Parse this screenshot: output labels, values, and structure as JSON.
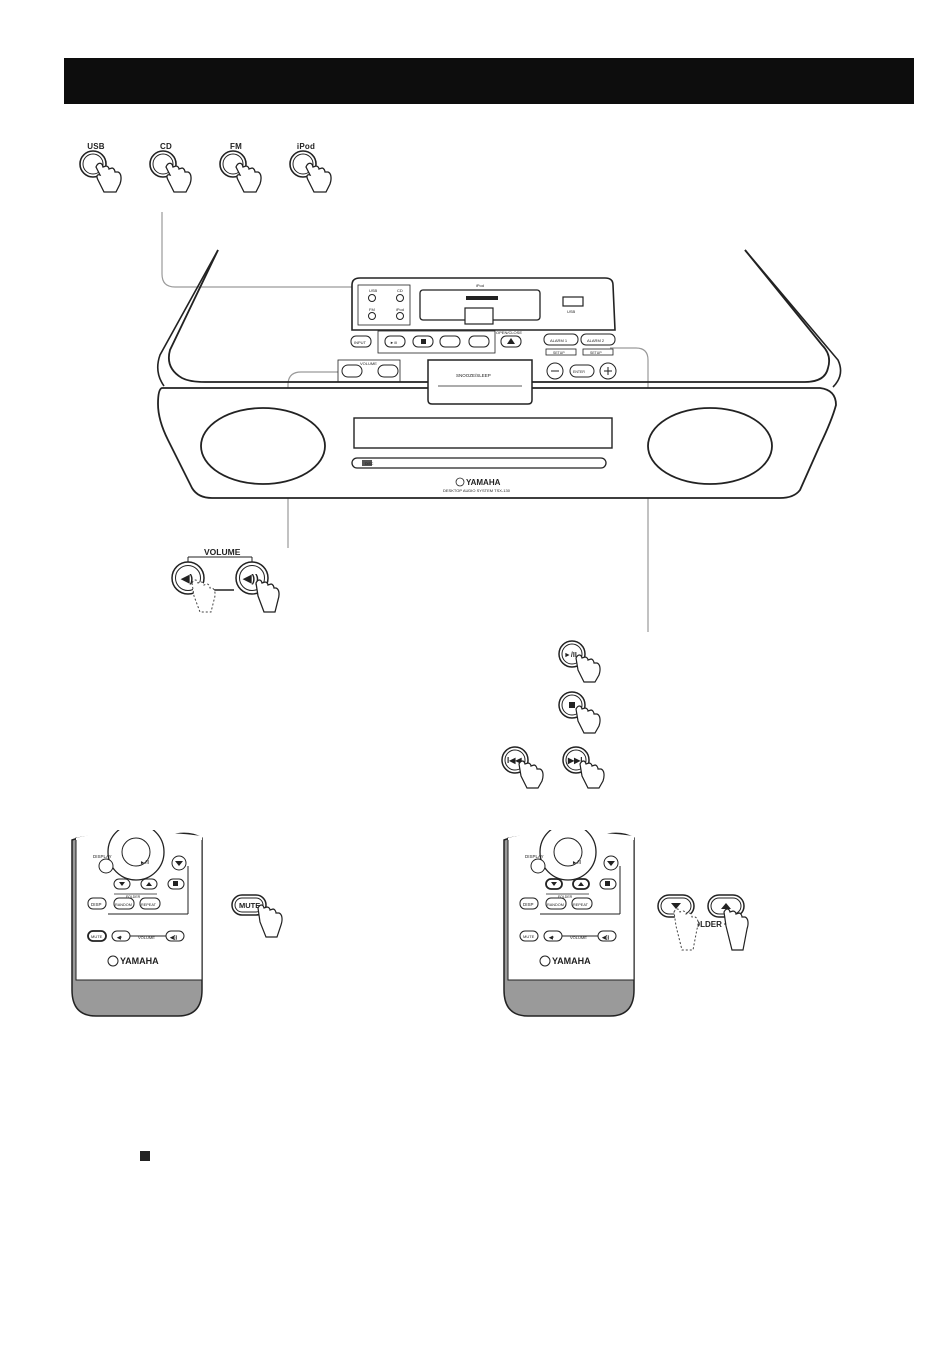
{
  "source_buttons": [
    {
      "label": "USB",
      "icon": "usb-source-button"
    },
    {
      "label": "CD",
      "icon": "cd-source-button"
    },
    {
      "label": "FM",
      "icon": "fm-source-button"
    },
    {
      "label": "iPod",
      "icon": "ipod-source-button"
    }
  ],
  "unit": {
    "src_usb": "USB",
    "src_cd": "CD",
    "src_fm": "FM",
    "src_ipod": "iPod",
    "dock_label": "iPod",
    "usb_label": "USB",
    "snooze": "SNOOZE/SLEEP",
    "volume": "VOLUME",
    "open_close": "OPEN/CLOSE",
    "alarm1": "ALARM 1",
    "alarm2": "ALARM 2",
    "setup1": "SETUP",
    "setup2": "SETUP",
    "enter": "ENTER",
    "input": "INPUT",
    "play_pause": "►/II",
    "brand": "YAMAHA",
    "model": "DESKTOP AUDIO SYSTEM TSX-130",
    "disc_logo": "DISC"
  },
  "volume_callout": {
    "label": "VOLUME"
  },
  "remote": {
    "display": "DISPLAY",
    "disp": "DISP",
    "random": "RANDOM",
    "repeat": "REPEAT",
    "mute": "MUTE",
    "volume": "VOLUME",
    "folder": "FOLDER",
    "brand": "YAMAHA",
    "play_pause": "►/II"
  },
  "mute_callout": {
    "label": "MUTE"
  },
  "folder_callout": {
    "label": "FOLDER"
  },
  "colors": {
    "header": "#0d0d0d",
    "remote_body": "#9a9a9a",
    "line": "#222222",
    "leader": "#999999"
  }
}
